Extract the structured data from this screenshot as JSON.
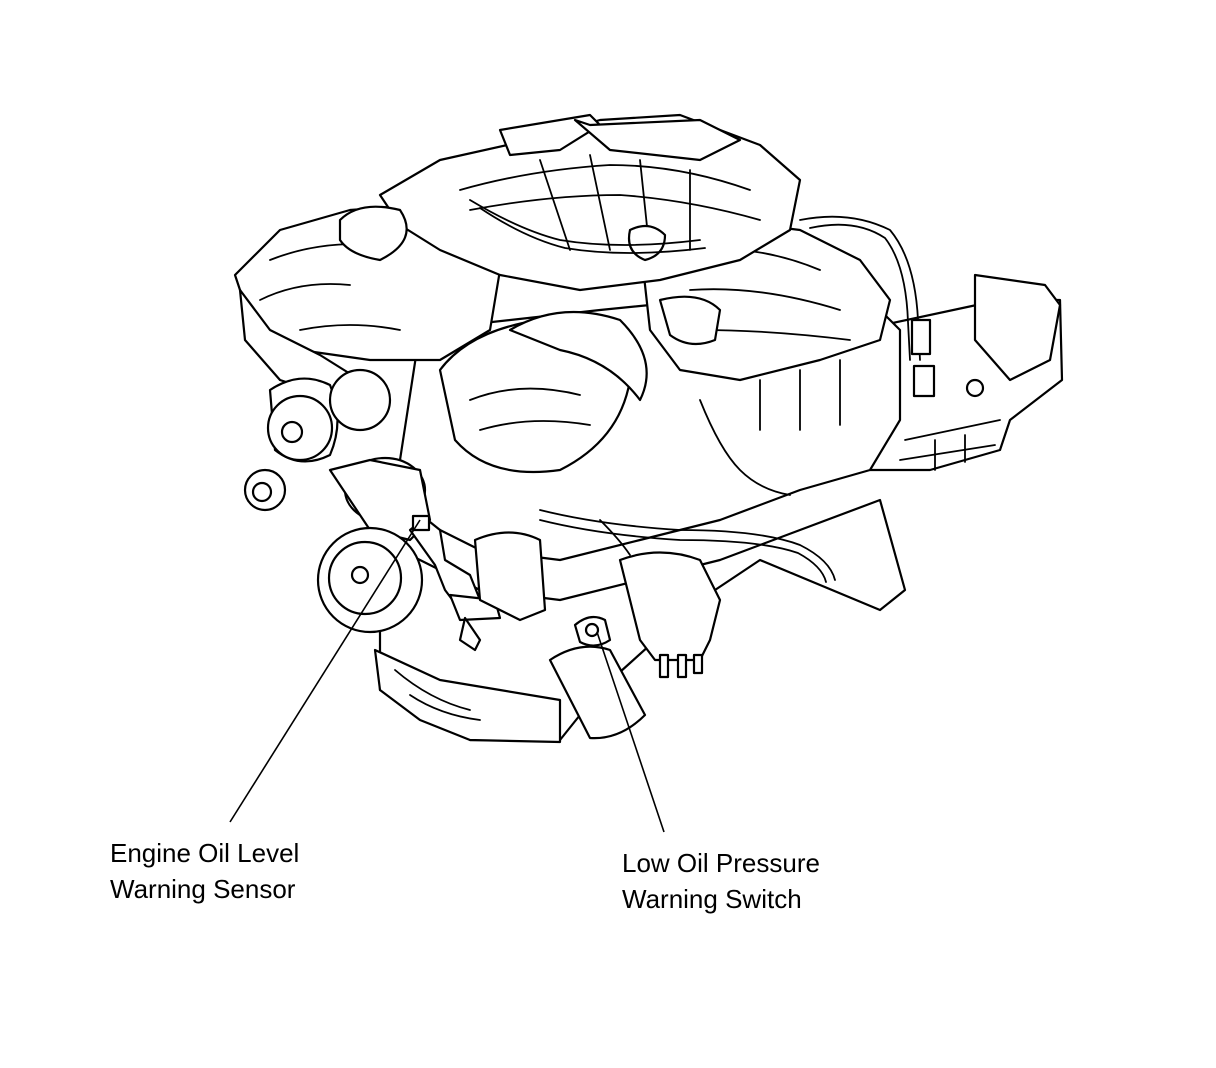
{
  "labels": {
    "oil_level_sensor": {
      "line1": "Engine Oil Level",
      "line2": "Warning Sensor"
    },
    "oil_pressure_switch": {
      "line1": "Low Oil Pressure",
      "line2": "Warning Switch"
    }
  },
  "colors": {
    "ink": "#000000",
    "paper": "#ffffff"
  }
}
